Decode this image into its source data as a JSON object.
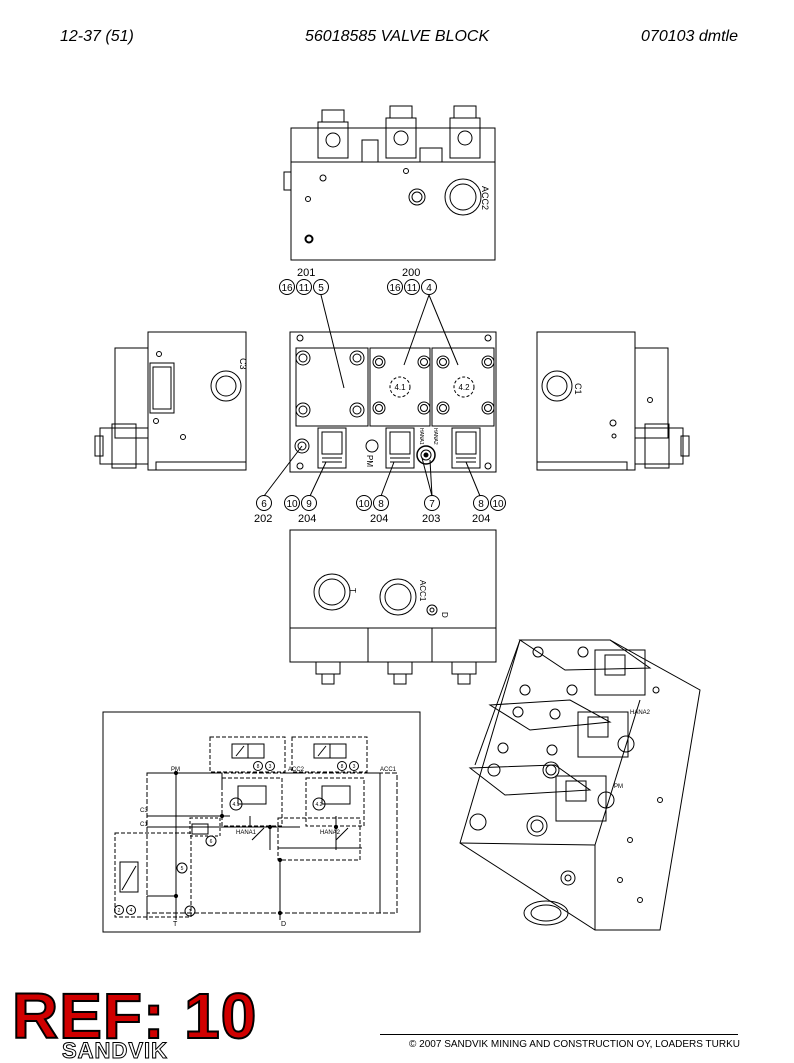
{
  "header": {
    "page_ref": "12-37 (51)",
    "title": "56018585 VALVE BLOCK",
    "doc_code": "070103 dmtle"
  },
  "top_view": {
    "port_label": "ACC2"
  },
  "callout_groups": {
    "g201": {
      "ref": "201",
      "items": [
        "16",
        "11",
        "5"
      ]
    },
    "g200": {
      "ref": "200",
      "items": [
        "16",
        "11",
        "4"
      ]
    }
  },
  "left_view": {
    "port_label": "C3"
  },
  "right_view": {
    "port_label": "C1"
  },
  "front_view": {
    "cartridge_labels": [
      "4.1",
      "4.2"
    ],
    "pm_label": "PM",
    "hana1_label": "HANA1",
    "hana2_label": "HANA2"
  },
  "bottom_callouts": {
    "c6": "6",
    "c10a": "10",
    "c9": "9",
    "c10b": "10",
    "c8a": "8",
    "c7": "7",
    "c8b": "8",
    "c10c": "10"
  },
  "bottom_refs": {
    "r202": "202",
    "r204a": "204",
    "r204b": "204",
    "r203": "203",
    "r204c": "204"
  },
  "bottom_view": {
    "t_label": "T",
    "acc1_label": "ACC1",
    "d_label": "D"
  },
  "schematic": {
    "pm": "PM",
    "acc2": "ACC2",
    "acc1": "ACC1",
    "c3": "C3",
    "c1": "C1",
    "v41": "4.1",
    "v42": "4.2",
    "hana1": "HANA1",
    "hana2": "HANA2",
    "t": "T",
    "d": "D",
    "n6": "6",
    "n5": "5",
    "n1": "1",
    "n2": "2",
    "n4": "4",
    "n8a": "8",
    "n3a": "3",
    "n8b": "8",
    "n3b": "3"
  },
  "iso_view": {
    "hana2": "HANA2",
    "pm": "PM"
  },
  "ref_stamp": "REF: 10",
  "brand": "SANDVIK",
  "copyright": "© 2007 SANDVIK MINING AND CONSTRUCTION OY, LOADERS TURKU"
}
